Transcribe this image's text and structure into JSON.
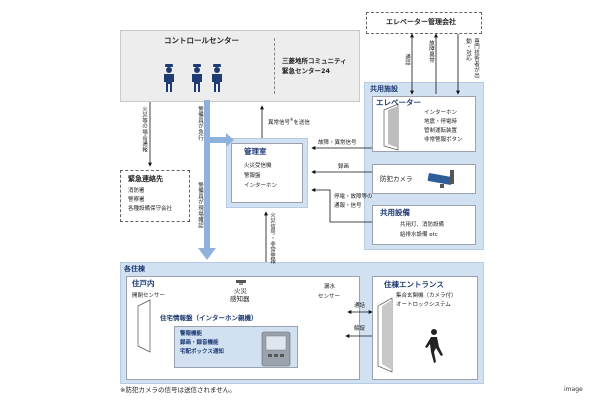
{
  "control_center": {
    "title": "コントロールセンター",
    "name_line1": "三菱地所コミュニティ",
    "name_line2": "緊急センター24"
  },
  "elevator_company": {
    "title": "エレベーター管理会社"
  },
  "shared_facilities": {
    "title": "共用施設",
    "elevator": {
      "title": "エレベーター",
      "items": [
        "インターホン",
        "地震・停電時",
        "管制運転装置",
        "非常警報ボタン"
      ]
    },
    "camera": {
      "label": "防犯カメラ"
    },
    "equipment": {
      "title": "共用設備",
      "line1": "共用灯、消防設備",
      "line2": "給排水設備 etc"
    }
  },
  "management_room": {
    "title": "管理室",
    "items": [
      "火災受信機",
      "警報盤",
      "インターホン"
    ]
  },
  "emergency_contact": {
    "title": "緊急連絡先",
    "items": [
      "消防署",
      "警察署",
      "各種設備保守会社"
    ]
  },
  "residence": {
    "title": "各住棟",
    "unit": {
      "title": "住戸内",
      "door_sensor": "開閉センサー",
      "fire_sensor_line1": "火災",
      "fire_sensor_line2": "感知器",
      "leak_sensor_line1": "漏水",
      "leak_sensor_line2": "センサー",
      "panel_title": "住宅情報盤（インターホン親機）",
      "panel_items": [
        "警報機能",
        "録画・録音機能",
        "宅配ボックス通知"
      ]
    },
    "entrance": {
      "title": "住棟エントランス",
      "line1": "集合玄関機（カメラ付）",
      "line2": "オートロックシステム"
    }
  },
  "labels": {
    "fire_report": "火災等の場合通報",
    "guard_dispatch": "警備員が急行",
    "guard_check": "警備員が現場確認",
    "abnormal_signal_pre": "異常信号",
    "abnormal_signal_mark": "※",
    "abnormal_signal_post": "を送信",
    "fault_abnormal_signal": "故障・異常信号",
    "recording": "録画",
    "outage_fault": "停電・故障等の",
    "report_signal": "通報・信号",
    "fire_emergency_alarm": "火災信号・非常警報",
    "ev_report": "通話",
    "ev_fault_abnormal": "故障異常",
    "ev_technician": "専門技術者が出動・対応",
    "call": "通話",
    "unlock": "解錠"
  },
  "footnote": "※防犯カメラの信号は送信されません。",
  "corner_label": "image",
  "colors": {
    "navy": "#1f3b73",
    "blue_panel": "#d2e1f2",
    "gray_panel": "#ededed",
    "arrow_blue": "#8fb2dc"
  }
}
